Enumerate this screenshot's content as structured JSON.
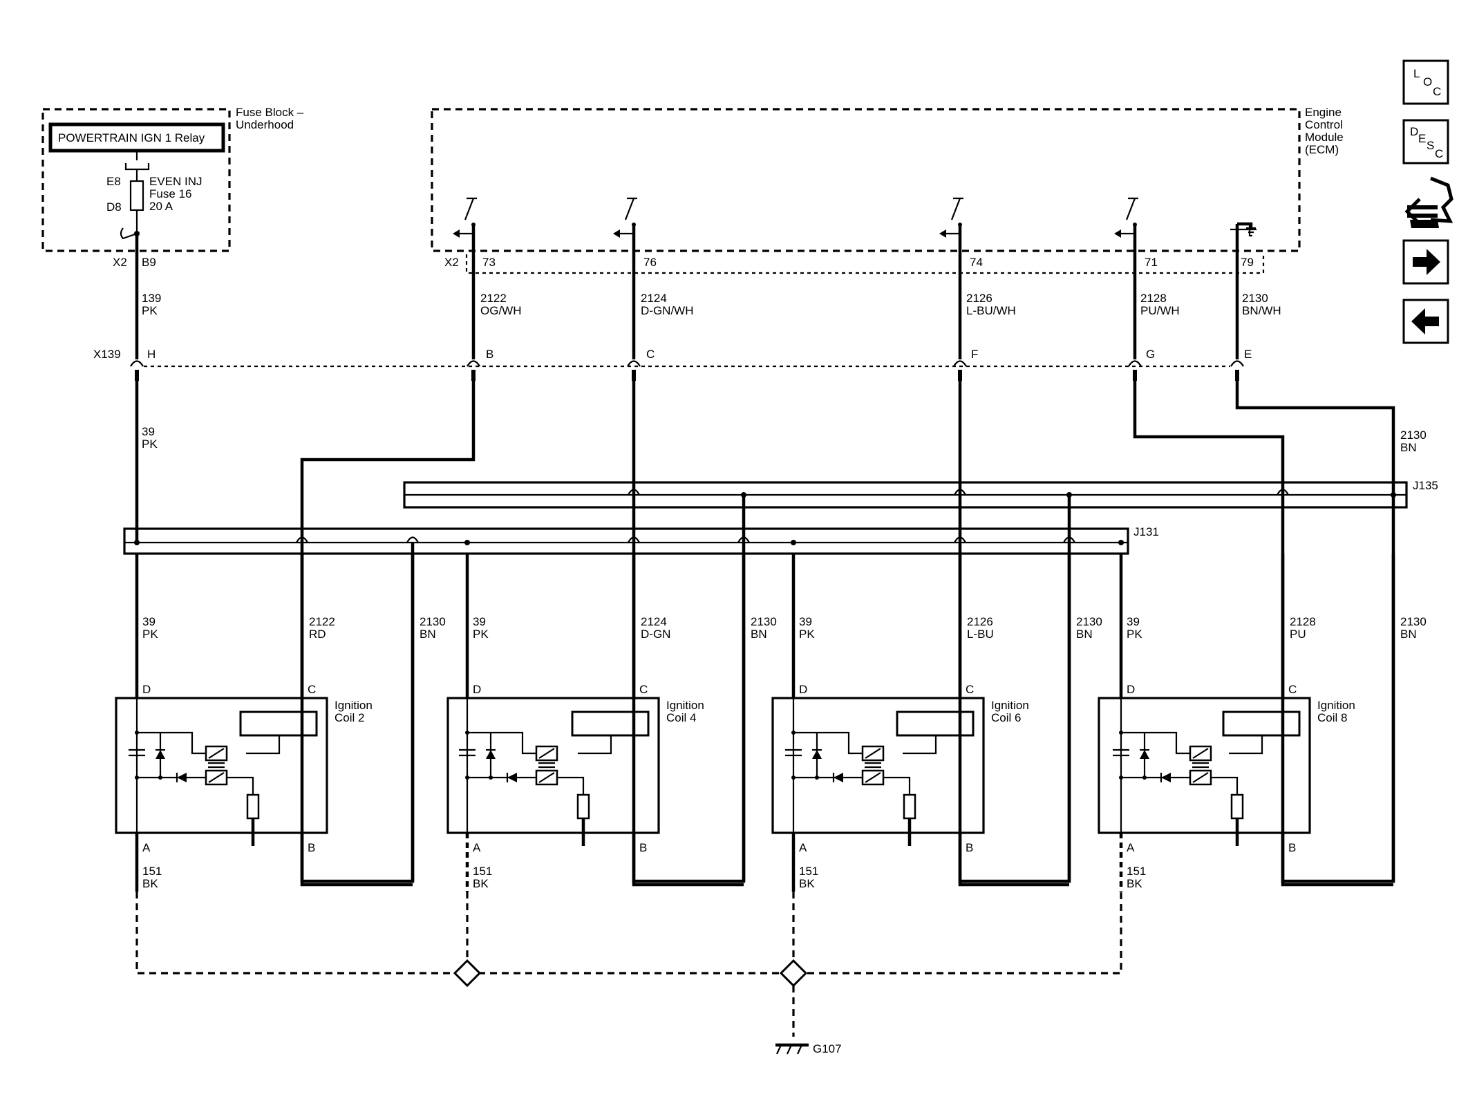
{
  "fuse_block": {
    "title_line1": "Fuse Block –",
    "title_line2": "Underhood",
    "relay_label": "POWERTRAIN IGN 1 Relay",
    "pin_top": "E8",
    "pin_bottom": "D8",
    "fuse_line1": "EVEN INJ",
    "fuse_line2": "Fuse 16",
    "fuse_line3": "20 A",
    "conn": "X2",
    "conn_pin": "B9"
  },
  "ecm": {
    "title_line1": "Engine",
    "title_line2": "Control",
    "title_line3": "Module",
    "title_line4": "(ECM)",
    "conn": "X2",
    "pins": [
      "73",
      "76",
      "74",
      "71",
      "79"
    ]
  },
  "upper_wires": [
    {
      "circuit": "139",
      "color": "PK"
    },
    {
      "circuit": "2122",
      "color": "OG/WH"
    },
    {
      "circuit": "2124",
      "color": "D-GN/WH"
    },
    {
      "circuit": "2126",
      "color": "L-BU/WH"
    },
    {
      "circuit": "2128",
      "color": "PU/WH"
    },
    {
      "circuit": "2130",
      "color": "BN/WH"
    }
  ],
  "inline_connector": {
    "name": "X139",
    "pins": [
      "H",
      "B",
      "C",
      "F",
      "G",
      "E"
    ]
  },
  "mid_wires": [
    {
      "circuit": "39",
      "color": "PK"
    },
    {
      "circuit": "2130",
      "color": "BN"
    }
  ],
  "splices": {
    "j135": "J135",
    "j131": "J131"
  },
  "lower_wires": [
    {
      "circuit": "39",
      "color": "PK"
    },
    {
      "circuit": "2122",
      "color": "RD"
    },
    {
      "circuit": "2130",
      "color": "BN"
    },
    {
      "circuit": "39",
      "color": "PK"
    },
    {
      "circuit": "2124",
      "color": "D-GN"
    },
    {
      "circuit": "2130",
      "color": "BN"
    },
    {
      "circuit": "39",
      "color": "PK"
    },
    {
      "circuit": "2126",
      "color": "L-BU"
    },
    {
      "circuit": "2130",
      "color": "BN"
    },
    {
      "circuit": "39",
      "color": "PK"
    },
    {
      "circuit": "2128",
      "color": "PU"
    },
    {
      "circuit": "2130",
      "color": "BN"
    }
  ],
  "coils": [
    {
      "line1": "Ignition",
      "line2": "Coil 2"
    },
    {
      "line1": "Ignition",
      "line2": "Coil 4"
    },
    {
      "line1": "Ignition",
      "line2": "Coil 6"
    },
    {
      "line1": "Ignition",
      "line2": "Coil 8"
    }
  ],
  "coil_pins": {
    "d": "D",
    "c": "C",
    "a": "A",
    "b": "B"
  },
  "ground_wire": {
    "circuit": "151",
    "color": "BK"
  },
  "ground": "G107",
  "nav": {
    "loc": {
      "l": "L",
      "o": "O",
      "c": "C"
    },
    "desc": {
      "d": "D",
      "e": "E",
      "s": "S",
      "c": "C"
    }
  }
}
